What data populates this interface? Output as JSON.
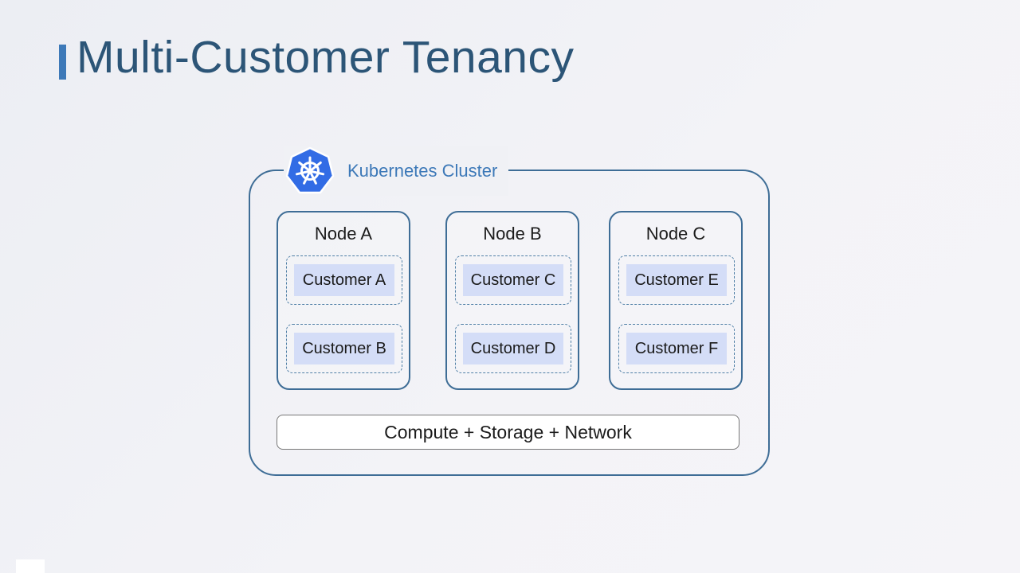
{
  "title": "Multi-Customer Tenancy",
  "colors": {
    "accent": "#3d79b8",
    "title": "#2c5577",
    "border": "#3e6d96",
    "customer_fill": "#d4ddf7",
    "kubernetes_logo": "#326ce5"
  },
  "cluster": {
    "label": "Kubernetes Cluster",
    "icon": "kubernetes-helm-wheel-icon",
    "nodes": [
      {
        "title": "Node A",
        "customers": [
          "Customer A",
          "Customer B"
        ]
      },
      {
        "title": "Node B",
        "customers": [
          "Customer C",
          "Customer D"
        ]
      },
      {
        "title": "Node C",
        "customers": [
          "Customer E",
          "Customer F"
        ]
      }
    ],
    "resources": "Compute + Storage + Network"
  }
}
